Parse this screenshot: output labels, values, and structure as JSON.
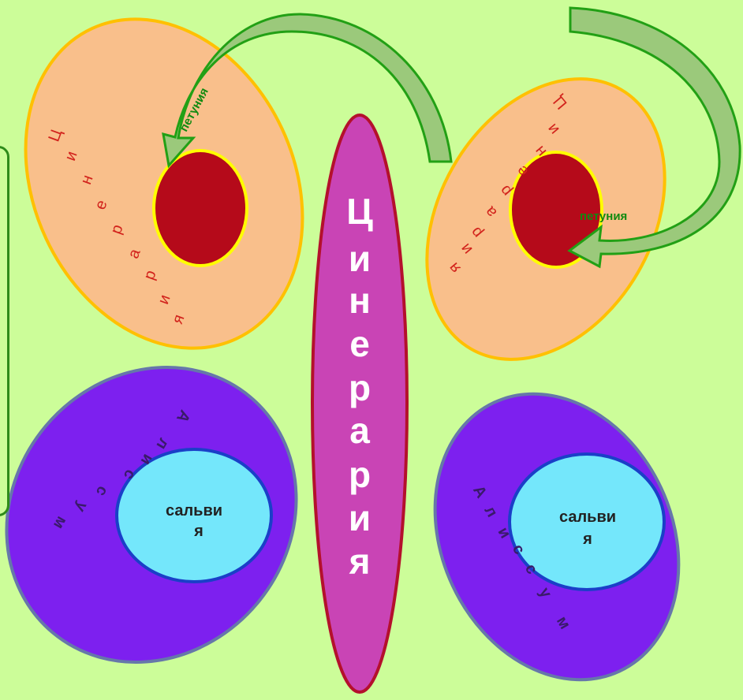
{
  "colors": {
    "background": "#ccfd99",
    "upper_wing_fill": "#f9bf8b",
    "upper_wing_stroke": "#ffc000",
    "spot_fill": "#b50a1a",
    "spot_stroke": "#ffff00",
    "lower_wing_fill": "#7d20ef",
    "lower_wing_stroke": "#6677aa",
    "inner_fill": "#74e7fb",
    "inner_stroke": "#1a3fc8",
    "body_fill": "#c944b5",
    "body_stroke": "#b4102c",
    "arrow_fill": "#9bc97b",
    "arrow_stroke": "#22a015"
  },
  "labels": {
    "petunia_left": "петуния",
    "petunia_right": "петуния",
    "salvia_left_line1": "сальви",
    "salvia_left_line2": "я",
    "salvia_right_line1": "сальви",
    "salvia_right_line2": "я",
    "body_word": "Цинерария",
    "upper_left_wing_word": "Цинерария",
    "upper_right_wing_word": "Цинерария",
    "lower_left_wing_word": "Алиссум",
    "lower_right_wing_word": "Алиссум"
  }
}
